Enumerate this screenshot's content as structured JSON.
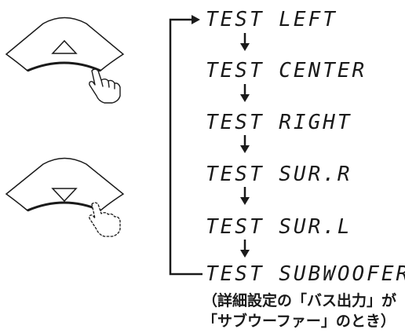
{
  "sequence": {
    "steps": [
      "TEST LEFT",
      "TEST CENTER",
      "TEST RIGHT",
      "TEST SUR.R",
      "TEST SUR.L",
      "TEST SUBWOOFER"
    ]
  },
  "note": {
    "line1": "（詳細設定の「バス出力」が",
    "line2": "「サブウーファー」のとき）"
  },
  "buttons": {
    "up": {
      "icon": "triangle-up-icon",
      "hand": "pressing-hand-icon"
    },
    "down": {
      "icon": "triangle-down-icon",
      "hand": "pressing-hand-dotted-icon"
    }
  }
}
